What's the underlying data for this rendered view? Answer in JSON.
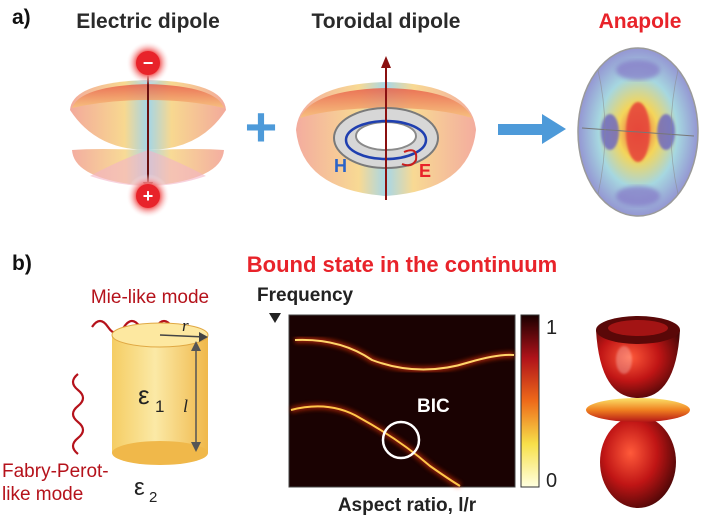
{
  "panel_a": {
    "tag": "a)",
    "electric_dipole": {
      "title": "Electric dipole",
      "minus": "−",
      "plus": "+"
    },
    "plus_operator": "+",
    "toroidal_dipole": {
      "title": "Toroidal dipole",
      "h_label": "H",
      "e_label": "E"
    },
    "anapole": {
      "title": "Anapole"
    }
  },
  "panel_b": {
    "tag": "b)",
    "title": "Bound state in the continuum",
    "cylinder": {
      "mie_mode": "Mie-like mode",
      "fp_mode_line1": "Fabry-Perot-",
      "fp_mode_line2": "like mode",
      "r_label": "r",
      "l_label": "l",
      "eps1": "ε",
      "eps1_sub": "1",
      "eps2": "ε",
      "eps2_sub": "2"
    },
    "map": {
      "ylabel": "Frequency",
      "xlabel": "Aspect ratio, l/r",
      "bic_label": "BIC",
      "colorbar_max": "1",
      "colorbar_min": "0"
    }
  },
  "colors": {
    "accent_red": "#e8232a",
    "label_blue": "#2b63c7",
    "arrow_blue": "#4d9ad9",
    "dark_red": "#b5121b"
  }
}
